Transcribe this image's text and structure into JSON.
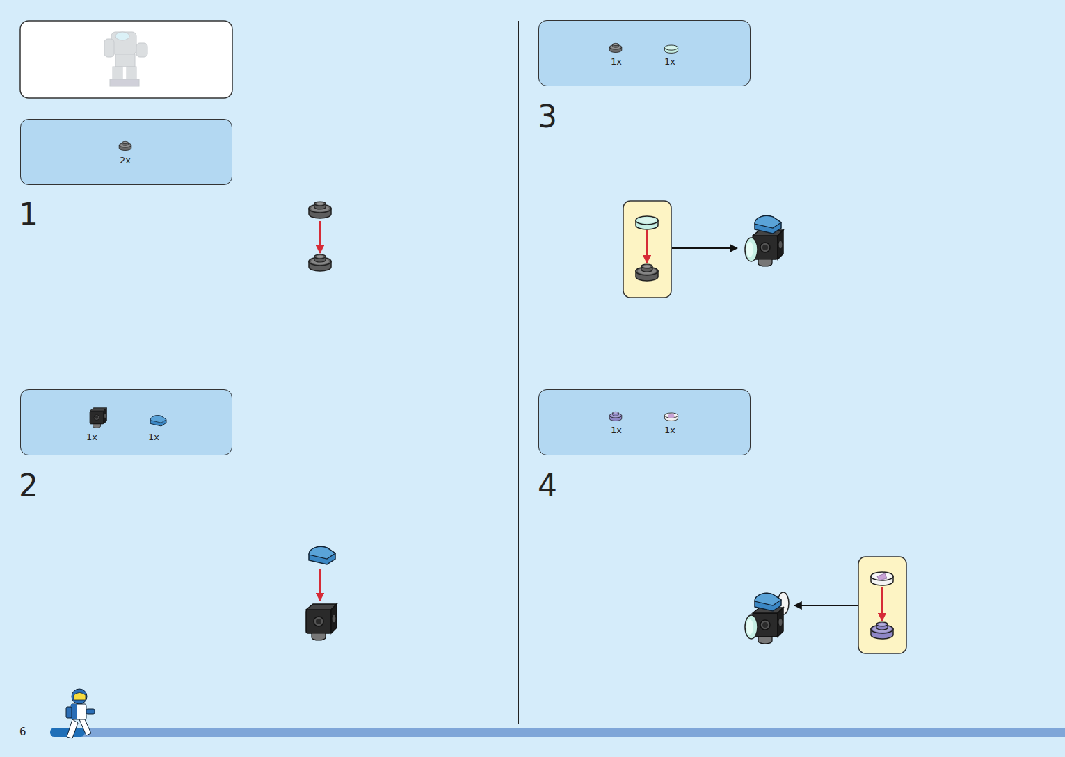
{
  "diagram": {
    "nodes": [
      {
        "text": [
          "2x"
        ]
      },
      {
        "text": [
          "1x",
          "1x"
        ]
      },
      {
        "text": [
          "1x",
          "1x"
        ]
      },
      {
        "text": [
          "1x",
          "1x"
        ]
      }
    ],
    "labels": [
      "1",
      "2",
      "3",
      "4",
      "6"
    ]
  }
}
